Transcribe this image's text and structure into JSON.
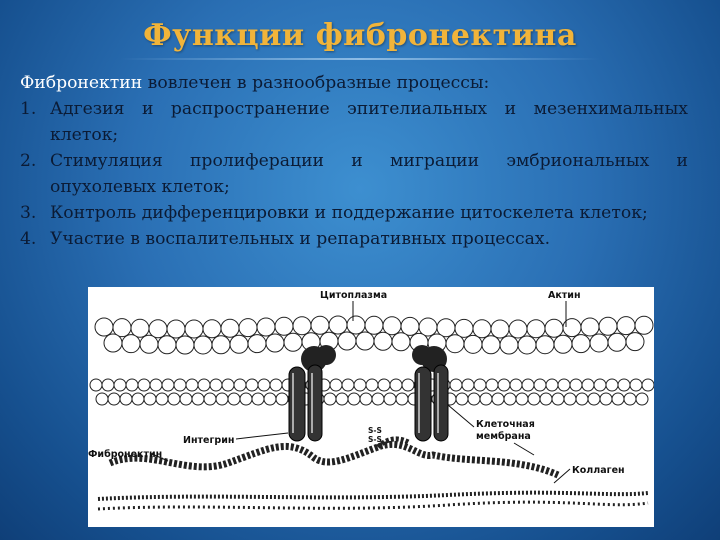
{
  "slide": {
    "title": "Функции фибронектина"
  },
  "content": {
    "intro_keyword": "Фибронектин",
    "intro_rest": " вовлечен в разнообразные процессы:",
    "items": [
      {
        "num": "1.",
        "text": "Адгезия и распространение эпителиальных и мезенхимальных клеток;"
      },
      {
        "num": "2.",
        "text": "Стимуляция пролиферации и миграции эмбриональных и опухолевых клеток;"
      },
      {
        "num": "3.",
        "text": "Контроль дифференцировки и поддержание цитоскелета клеток;"
      },
      {
        "num": "4.",
        "text": "Участие в воспалительных и репаративных процессах."
      }
    ]
  },
  "figure": {
    "labels": {
      "cytoplasm": "Цитоплазма",
      "actin": "Актин",
      "integrin": "Интегрин",
      "ss_top": "S-S",
      "ss_bottom": "S-S",
      "membrane_line1": "Клеточная",
      "membrane_line2": "мембрана",
      "fibronectin": "Фибронектин",
      "collagen": "Коллаген"
    }
  },
  "colors": {
    "title": "#f1b43a",
    "body_text": "#0b1b35",
    "keyword": "#ffffff",
    "background": "#2a6fb4"
  }
}
